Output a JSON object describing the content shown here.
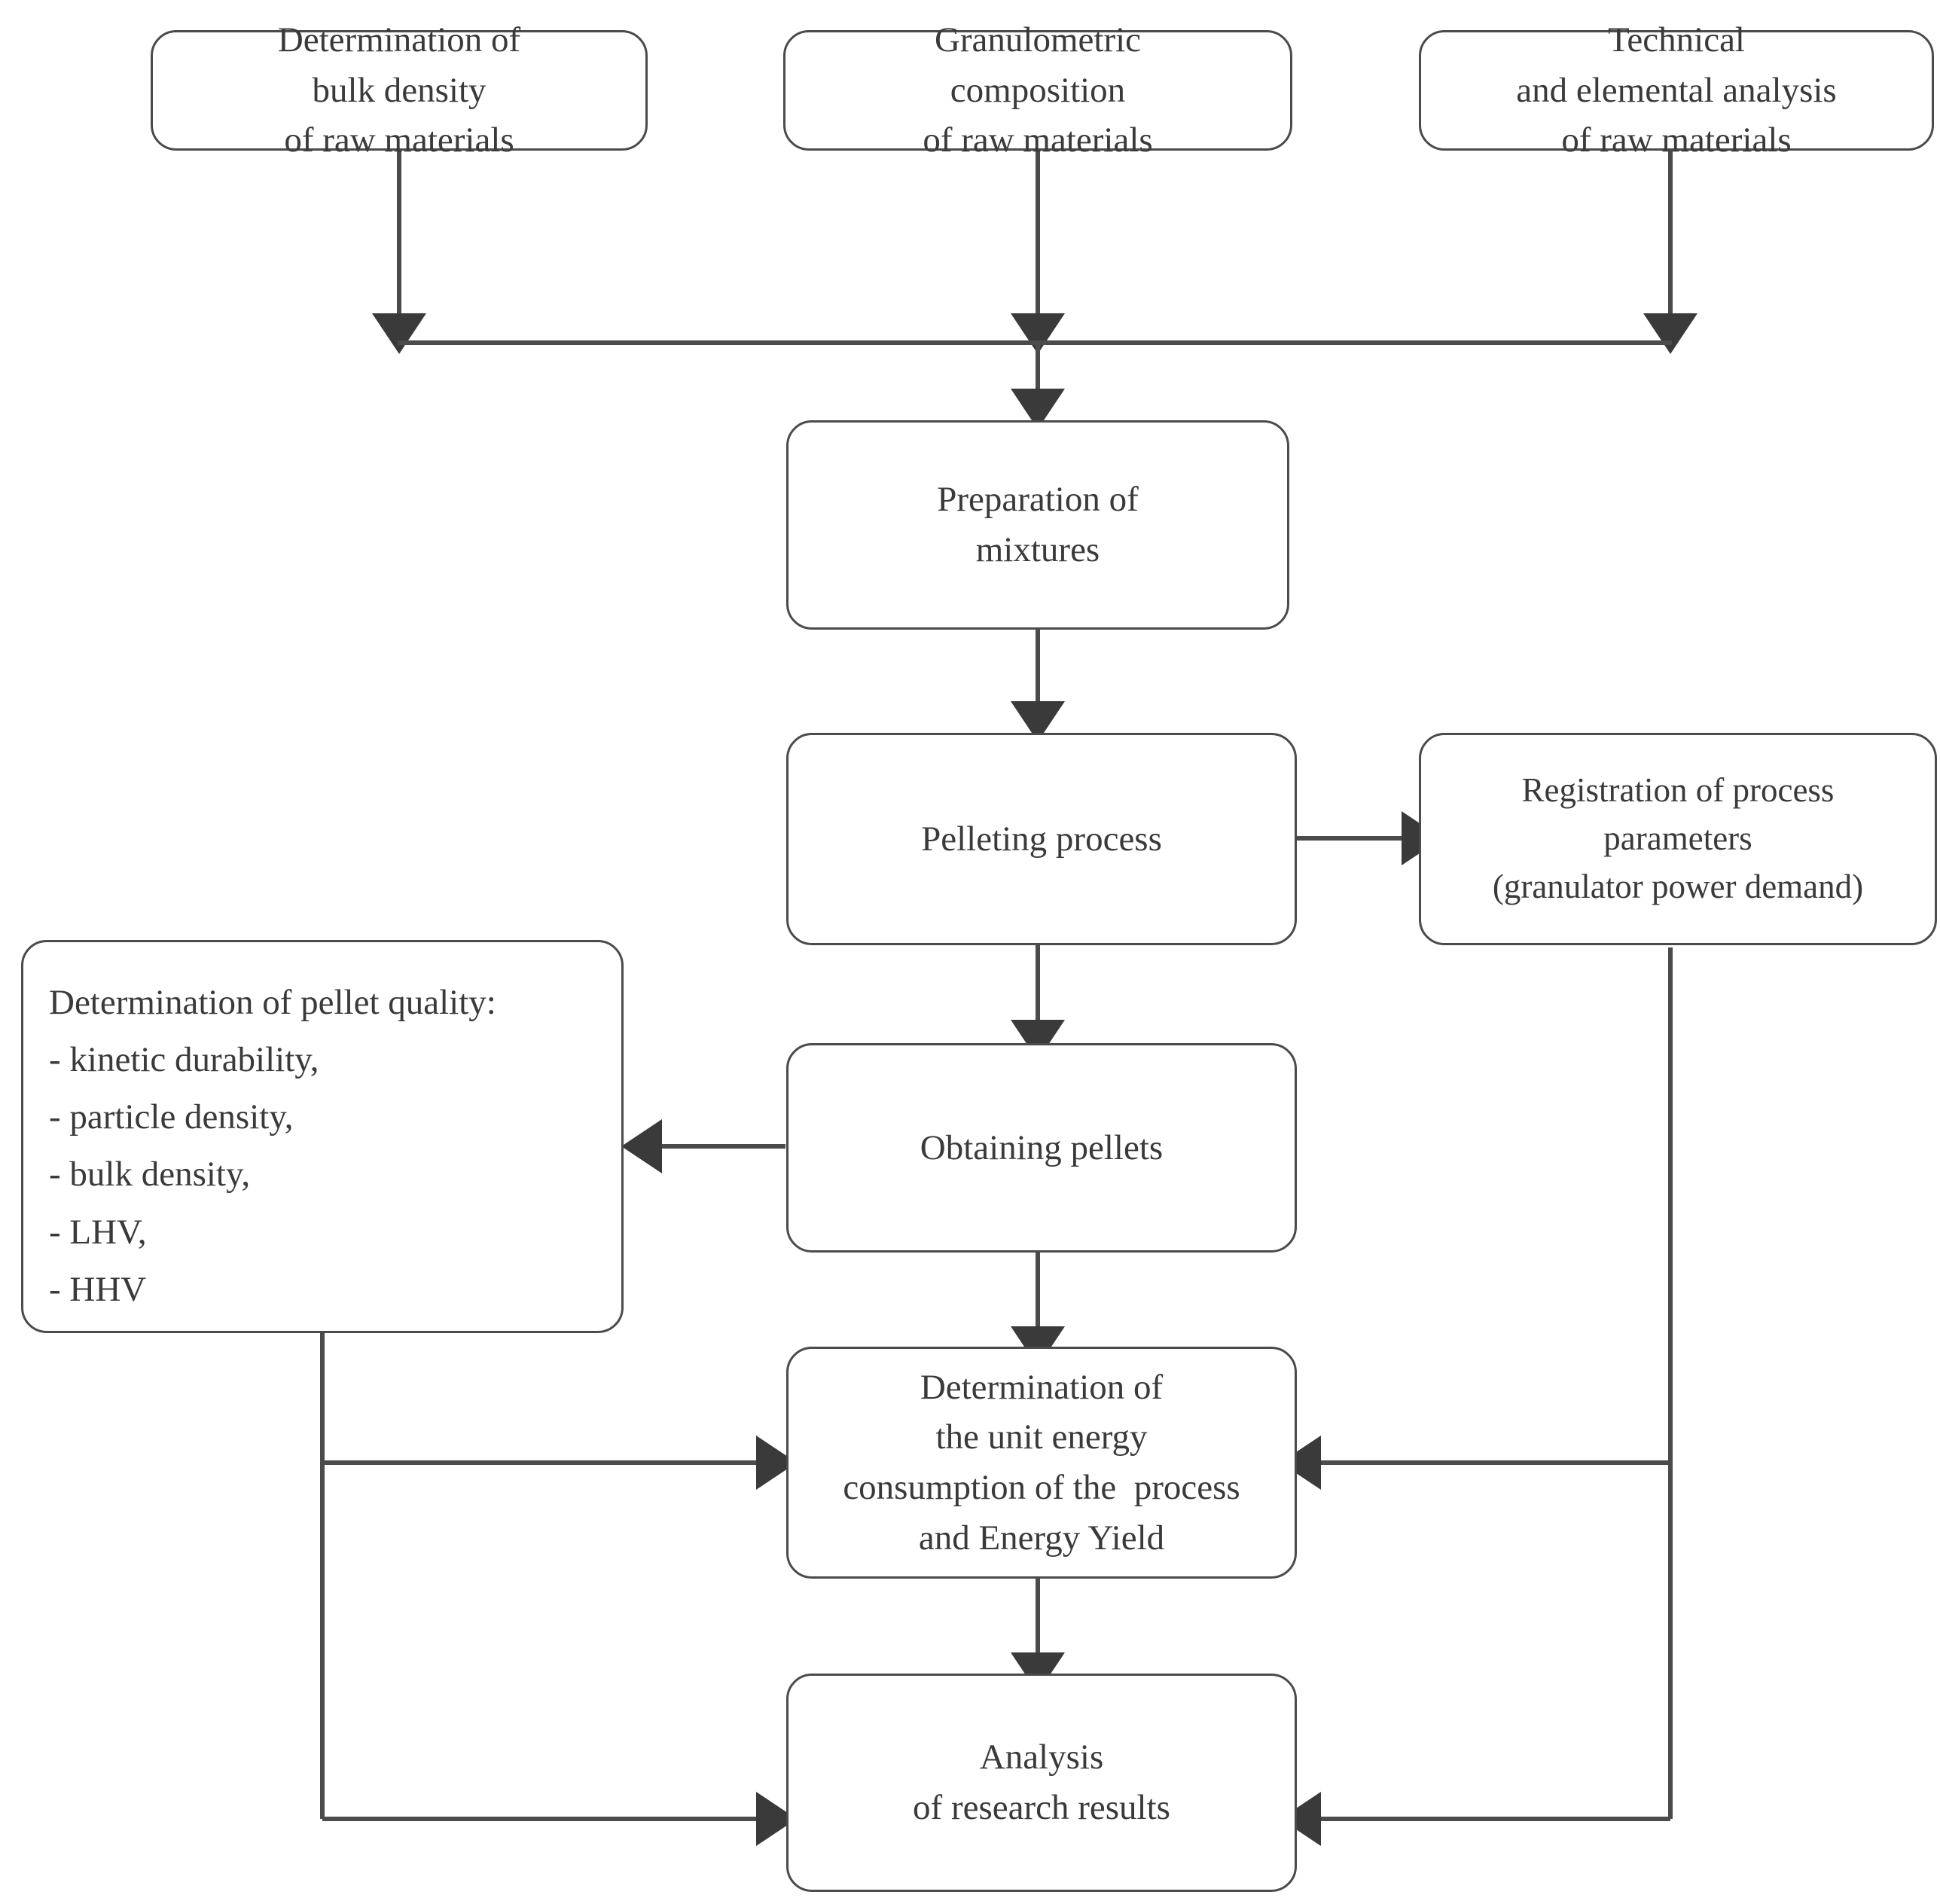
{
  "diagram": {
    "title": "Research methodology flowchart for pelleting process",
    "stroke_color": "#4b4b4b",
    "text_color": "#3a3a3a",
    "background_color": "#ffffff",
    "type": "flowchart"
  },
  "nodes": {
    "bulk_density": {
      "lines": [
        "Determination of",
        "bulk density",
        "of raw materials"
      ]
    },
    "granulometric": {
      "lines": [
        "Granulometric",
        "composition",
        "of raw materials"
      ]
    },
    "technical": {
      "lines": [
        "Technical",
        "and elemental analysis",
        "of raw materials"
      ]
    },
    "preparation": {
      "lines": [
        "Preparation of",
        "mixtures"
      ]
    },
    "pelleting": {
      "lines": [
        "Pelleting process"
      ]
    },
    "registration": {
      "lines": [
        "Registration of process",
        "parameters",
        "(granulator power demand)"
      ]
    },
    "pellet_quality": {
      "lines": [
        "Determination of pellet quality:",
        "- kinetic durability,",
        "- particle density,",
        "- bulk density,",
        "- LHV,",
        "- HHV"
      ]
    },
    "obtaining": {
      "lines": [
        "Obtaining pellets"
      ]
    },
    "energy": {
      "lines": [
        "Determination of",
        "the unit energy",
        "consumption of the  process",
        "and Energy Yield"
      ]
    },
    "analysis": {
      "lines": [
        "Analysis",
        "of research results"
      ]
    }
  },
  "edges": [
    {
      "from": "bulk_density",
      "to": "junction-bar",
      "kind": "down-arrow"
    },
    {
      "from": "granulometric",
      "to": "junction-bar",
      "kind": "down-arrow"
    },
    {
      "from": "technical",
      "to": "junction-bar",
      "kind": "down-arrow"
    },
    {
      "from": "junction-bar",
      "to": "preparation",
      "kind": "down-arrow"
    },
    {
      "from": "preparation",
      "to": "pelleting",
      "kind": "down-arrow"
    },
    {
      "from": "pelleting",
      "to": "registration",
      "kind": "right-arrow"
    },
    {
      "from": "pelleting",
      "to": "obtaining",
      "kind": "down-arrow"
    },
    {
      "from": "obtaining",
      "to": "pellet_quality",
      "kind": "left-arrow"
    },
    {
      "from": "obtaining",
      "to": "energy",
      "kind": "down-arrow"
    },
    {
      "from": "pellet_quality",
      "to": "energy",
      "kind": "elbow-right-arrow"
    },
    {
      "from": "pellet_quality",
      "to": "analysis",
      "kind": "elbow-right-arrow"
    },
    {
      "from": "registration",
      "to": "energy",
      "kind": "elbow-left-arrow"
    },
    {
      "from": "registration",
      "to": "analysis",
      "kind": "elbow-left-arrow"
    },
    {
      "from": "energy",
      "to": "analysis",
      "kind": "down-arrow"
    }
  ]
}
